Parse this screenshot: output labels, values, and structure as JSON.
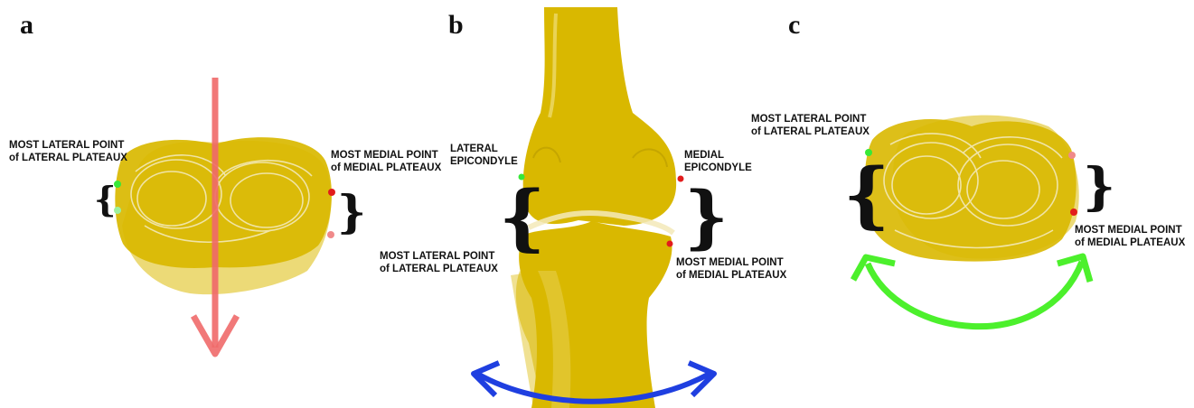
{
  "colors": {
    "bone_fill": "#d9b800",
    "bone_light": "#e6cd4a",
    "bone_edge": "#b89a00",
    "arrow_red": "#f06a6a",
    "arrow_blue": "#1f3fe0",
    "arrow_green": "#4cf02c",
    "point_green": "#38e838",
    "point_red": "#e21c1c",
    "point_pink": "#f08a8a"
  },
  "panels": {
    "a": {
      "letter": "a",
      "lateral_label_1": "MOST LATERAL POINT",
      "lateral_label_2": "of LATERAL PLATEAUX",
      "medial_label_1": "MOST MEDIAL POINT",
      "medial_label_2": "of MEDIAL PLATEAUX"
    },
    "b": {
      "letter": "b",
      "lat_epi_1": "LATERAL",
      "lat_epi_2": "EPICONDYLE",
      "med_epi_1": "MEDIAL",
      "med_epi_2": "EPICONDYLE",
      "lateral_label_1": "MOST LATERAL POINT",
      "lateral_label_2": "of LATERAL PLATEAUX",
      "medial_label_1": "MOST MEDIAL POINT",
      "medial_label_2": "of MEDIAL PLATEAUX"
    },
    "c": {
      "letter": "c",
      "lateral_label_1": "MOST LATERAL POINT",
      "lateral_label_2": "of LATERAL PLATEAUX",
      "medial_label_1": "MOST MEDIAL POINT",
      "medial_label_2": "of MEDIAL PLATEAUX"
    }
  }
}
